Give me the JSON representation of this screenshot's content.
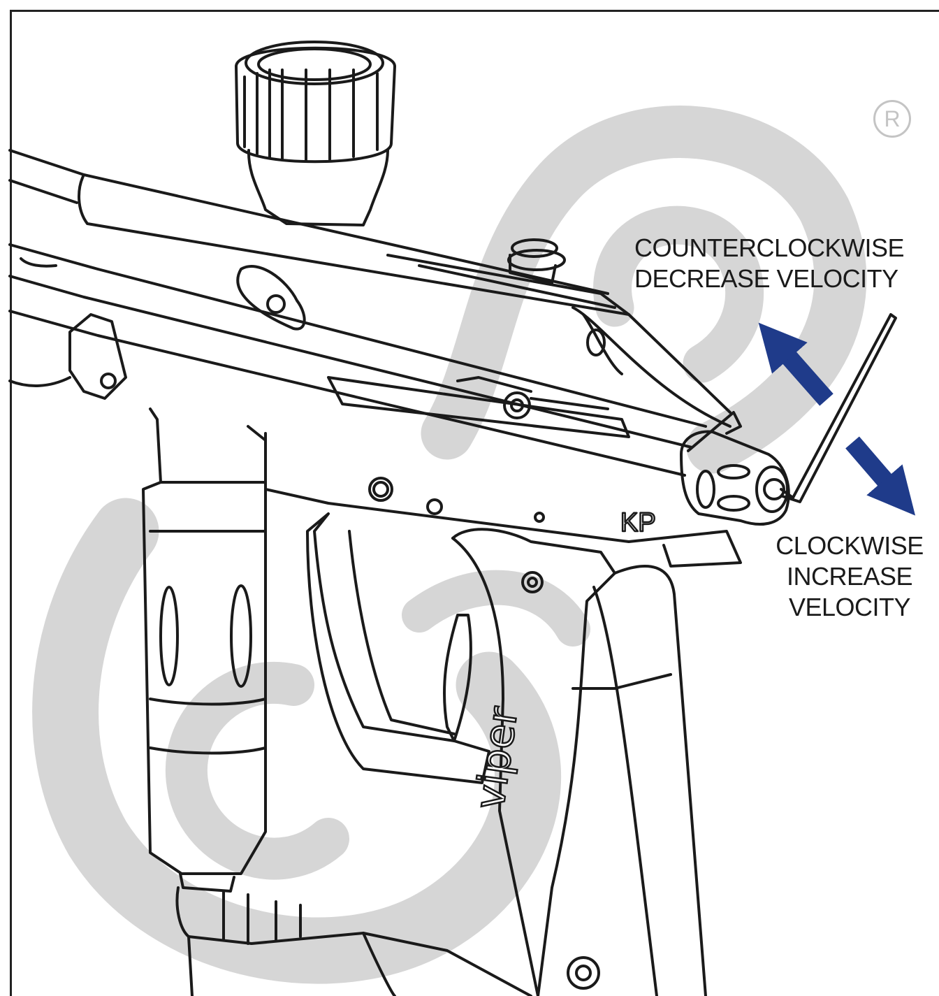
{
  "labels": {
    "counterclockwise": [
      "COUNTERCLOCKWISE",
      "DECREASE VELOCITY"
    ],
    "clockwise": [
      "CLOCKWISE",
      "INCREASE",
      "VELOCITY"
    ]
  },
  "grip_text": "viper",
  "kp_mark": "KP",
  "registered_mark": "R",
  "colors": {
    "arrow": "#1f3b8a",
    "watermark": "#d6d6d6",
    "line_art": "#1a1a1a",
    "background": "#ffffff"
  },
  "icons": {
    "watermark": "swirl-logo-watermark",
    "tool": "allen-key-icon"
  }
}
